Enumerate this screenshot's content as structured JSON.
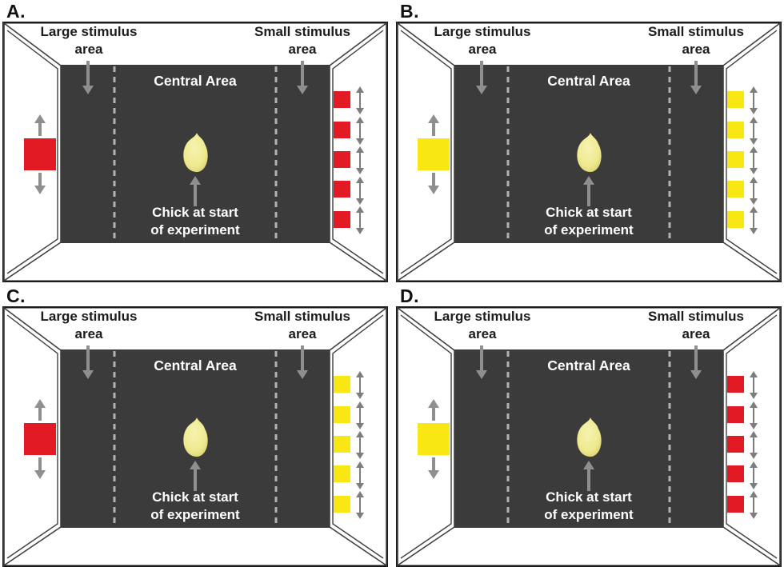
{
  "colors": {
    "red_stimulus": "#e21a23",
    "yellow_stimulus": "#f8e713",
    "arena_fill": "#3b3b3b",
    "dash_line": "#b2b2b2",
    "arrow_gray": "#8f8f8f",
    "arrow_dark": "#7d7d7d",
    "wall_line": "#3f3f3f",
    "border_dark": "#1b1b1b",
    "label_text": "#1c1c1c",
    "caption_text": "#ffffff",
    "chick_light": "#f7f3b0",
    "chick_body": "#eee98f",
    "chick_edge": "#dcd372"
  },
  "icons": {
    "area_pointer": "down-arrow",
    "chick_pointer": "up-arrow",
    "large_stimulus_motion": "up-arrow-and-down-arrow",
    "small_stimulus_motion": "double-headed-vertical-arrow"
  },
  "shared": {
    "large_area_line1": "Large stimulus",
    "large_area_line2": "area",
    "small_area_line1": "Small stimulus",
    "small_area_line2": "area",
    "central_area_label": "Central Area",
    "chick_caption_line1": "Chick at start",
    "chick_caption_line2": "of experiment"
  },
  "panels": [
    {
      "label": "A.",
      "large_stimulus": {
        "color_name": "red",
        "color": "#e21a23"
      },
      "small_stimulus": {
        "color_name": "red",
        "color": "#e21a23",
        "square_count": 5
      }
    },
    {
      "label": "B.",
      "large_stimulus": {
        "color_name": "yellow",
        "color": "#f8e713"
      },
      "small_stimulus": {
        "color_name": "yellow",
        "color": "#f8e713",
        "square_count": 5
      }
    },
    {
      "label": "C.",
      "large_stimulus": {
        "color_name": "red",
        "color": "#e21a23"
      },
      "small_stimulus": {
        "color_name": "yellow",
        "color": "#f8e713",
        "square_count": 5
      }
    },
    {
      "label": "D.",
      "large_stimulus": {
        "color_name": "yellow",
        "color": "#f8e713"
      },
      "small_stimulus": {
        "color_name": "red",
        "color": "#e21a23",
        "square_count": 5
      }
    }
  ]
}
